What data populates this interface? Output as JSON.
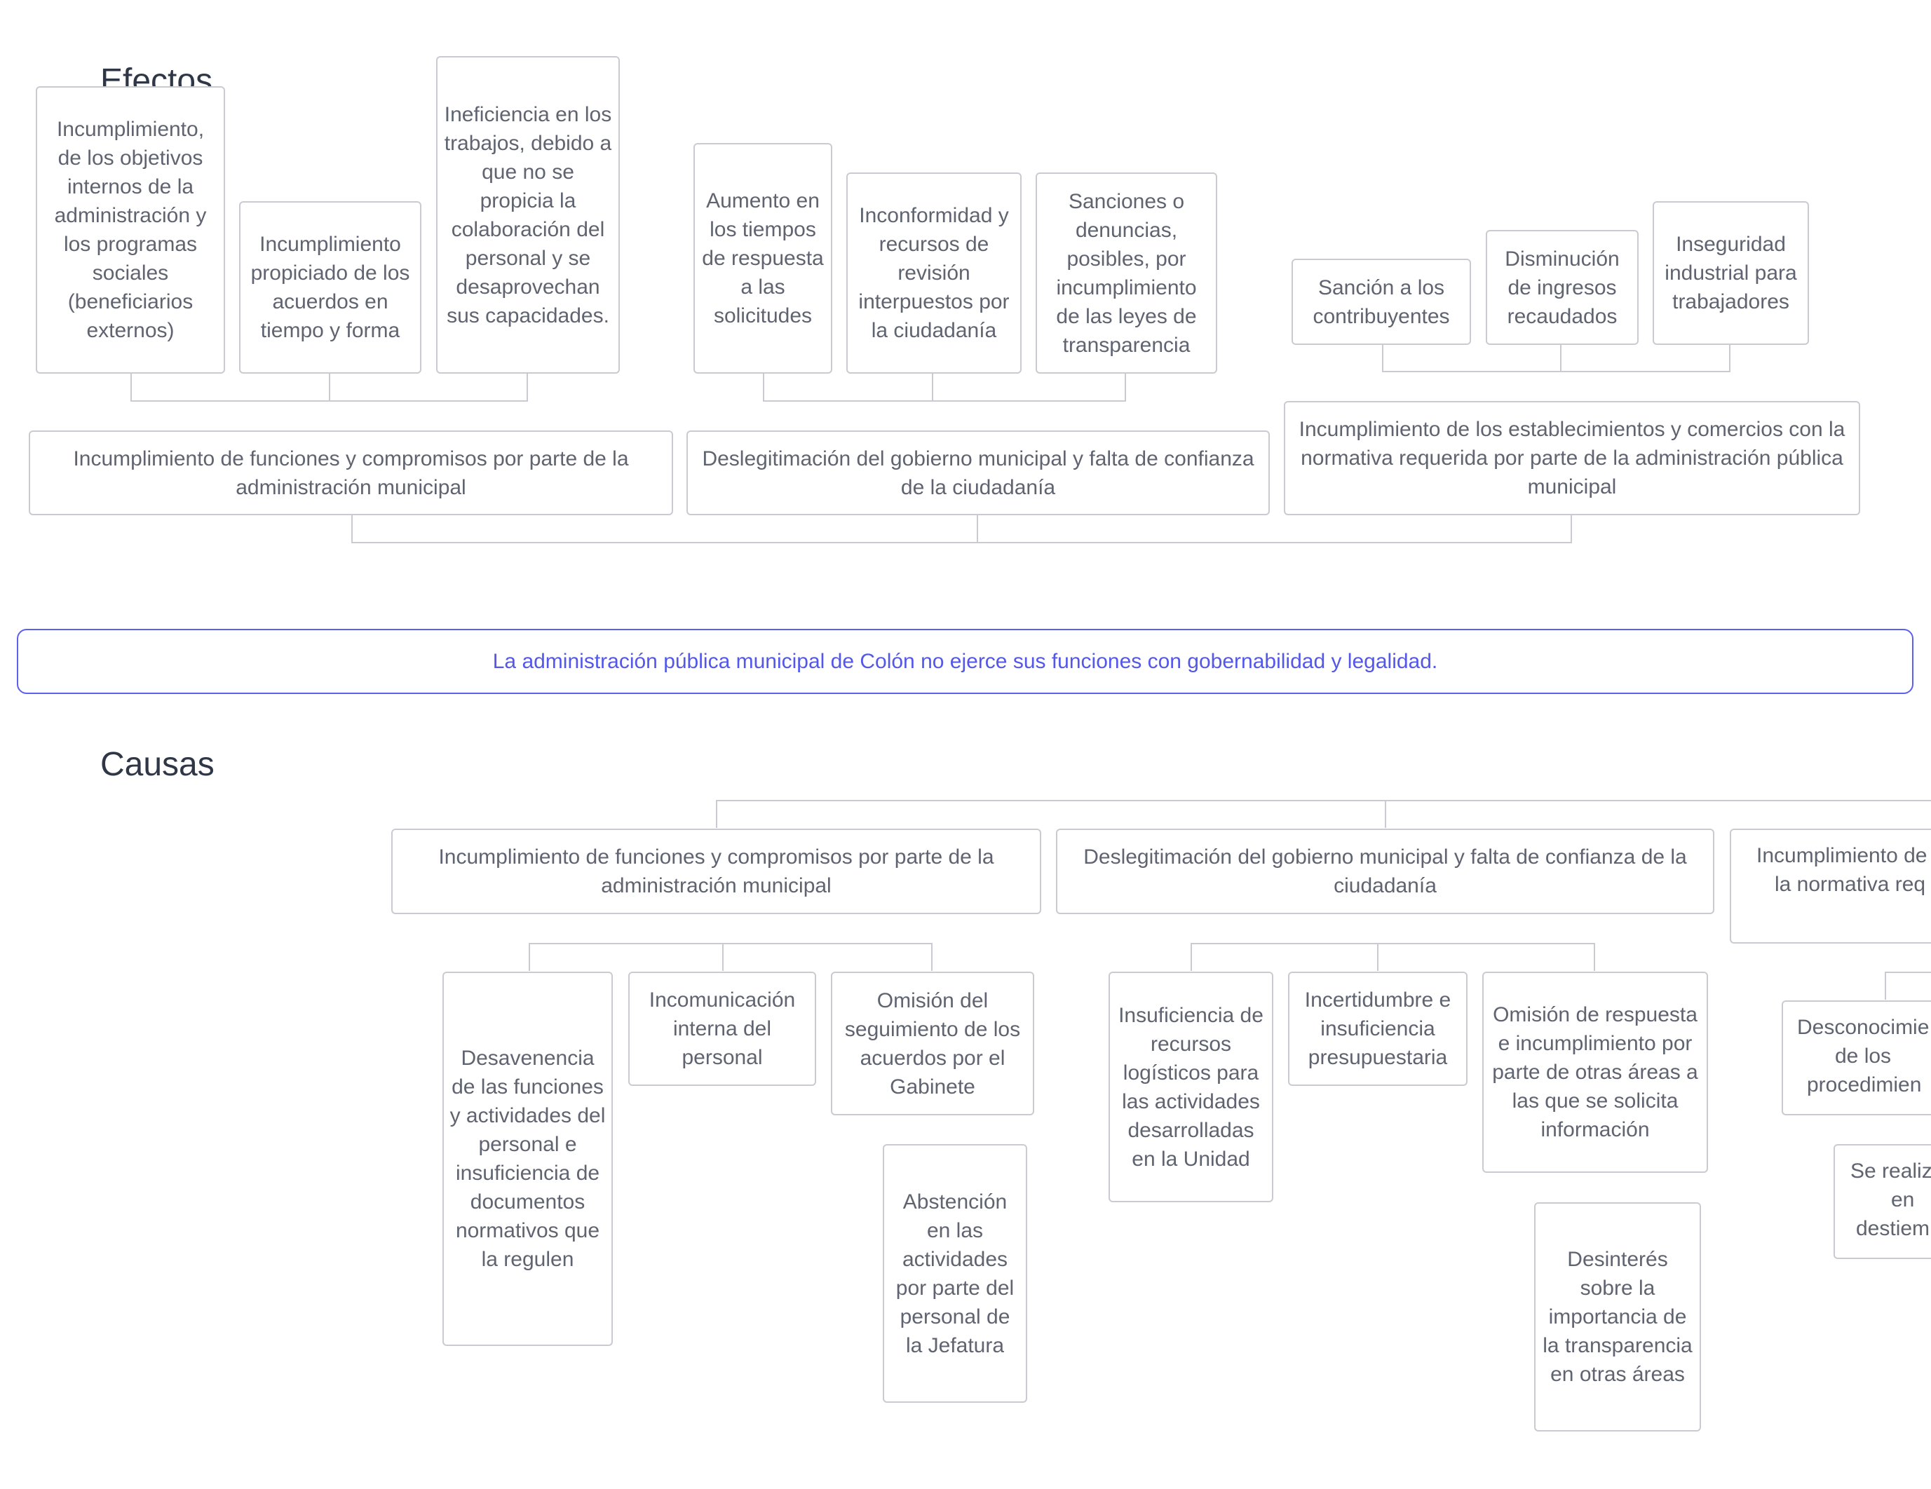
{
  "sections": {
    "effects_title": "Efectos",
    "causes_title": "Causas"
  },
  "central_problem": "La administración pública municipal de Colón no ejerce sus funciones con gobernabilidad y legalidad.",
  "effects": {
    "group1": {
      "main": "Incumplimiento de funciones y compromisos por parte de la administración municipal",
      "children": [
        "Incumplimiento, de los objetivos internos de la administración y los programas sociales (beneficiarios externos)",
        "Incumplimiento propiciado de los acuerdos en tiempo y forma",
        "Ineficiencia en los trabajos, debido a que no se propicia la colaboración del personal y se desaprovechan sus capacidades."
      ]
    },
    "group2": {
      "main": "Deslegitimación del gobierno municipal y falta de confianza de la ciudadanía",
      "children": [
        "Aumento en los tiempos de respuesta a las solicitudes",
        "Inconformidad y recursos de revisión interpuestos por la ciudadanía",
        "Sanciones o denuncias, posibles, por incumplimiento de las leyes de transparencia"
      ]
    },
    "group3": {
      "main": "Incumplimiento de los establecimientos y comercios con la normativa requerida por parte de la administración pública municipal",
      "children": [
        "Sanción a los contribuyentes",
        "Disminución de ingresos recaudados",
        "Inseguridad industrial para trabajadores"
      ]
    }
  },
  "causes": {
    "group1": {
      "main": "Incumplimiento de funciones y compromisos por parte de la administración municipal",
      "children": [
        "Desavenencia de las funciones y actividades del personal e insuficiencia de documentos normativos que la regulen",
        "Incomunicación interna del personal",
        "Omisión del seguimiento de los acuerdos por el Gabinete"
      ],
      "sub": "Abstención en las actividades por parte del personal de la Jefatura"
    },
    "group2": {
      "main": "Deslegitimación del gobierno municipal y falta de confianza de la ciudadanía",
      "children": [
        "Insuficiencia de recursos logísticos para las actividades desarrolladas en la Unidad",
        "Incertidumbre e insuficiencia presupuestaria",
        "Omisión de respuesta e incumplimiento por parte de otras áreas a las que se solicita información"
      ],
      "sub": "Desinterés sobre la importancia de la transparencia en otras áreas"
    },
    "group3": {
      "main_lines": [
        "Incumplimiento de",
        "la normativa req"
      ],
      "child_lines": [
        "Desconocimie",
        "de los",
        "procedimien"
      ],
      "sub_lines": [
        "Se realiz",
        "en",
        "destiem"
      ]
    }
  }
}
